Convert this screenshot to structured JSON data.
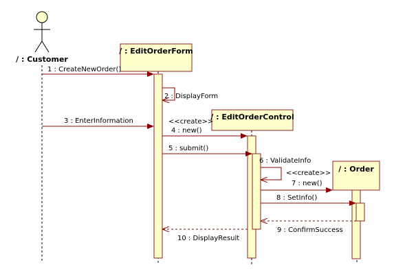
{
  "actor": {
    "label": "/ : Customer"
  },
  "objects": [
    {
      "id": "form",
      "label": "/ : EditOrderForm"
    },
    {
      "id": "control",
      "label": "/ : EditOrderControl"
    },
    {
      "id": "order",
      "label": "/ : Order"
    }
  ],
  "messages": [
    {
      "label": "1 : CreateNewOrder()"
    },
    {
      "label": "2 : DisplayForm"
    },
    {
      "label": "3 : EnterInformation"
    },
    {
      "label": "<<create>>"
    },
    {
      "label": "4 : new()"
    },
    {
      "label": "5 : submit()"
    },
    {
      "label": "6 : ValidateInfo"
    },
    {
      "label": "<<create>>"
    },
    {
      "label": "7 : new()"
    },
    {
      "label": "8 : SetInfo()"
    },
    {
      "label": "9 : ConfirmSuccess"
    },
    {
      "label": "10 : DisplayResult"
    }
  ],
  "colors": {
    "box_fill": "#ffffcc",
    "box_border": "#8b2323",
    "arrow": "#8b0000",
    "actor_fill": "#ffffcc",
    "line": "#000000"
  }
}
